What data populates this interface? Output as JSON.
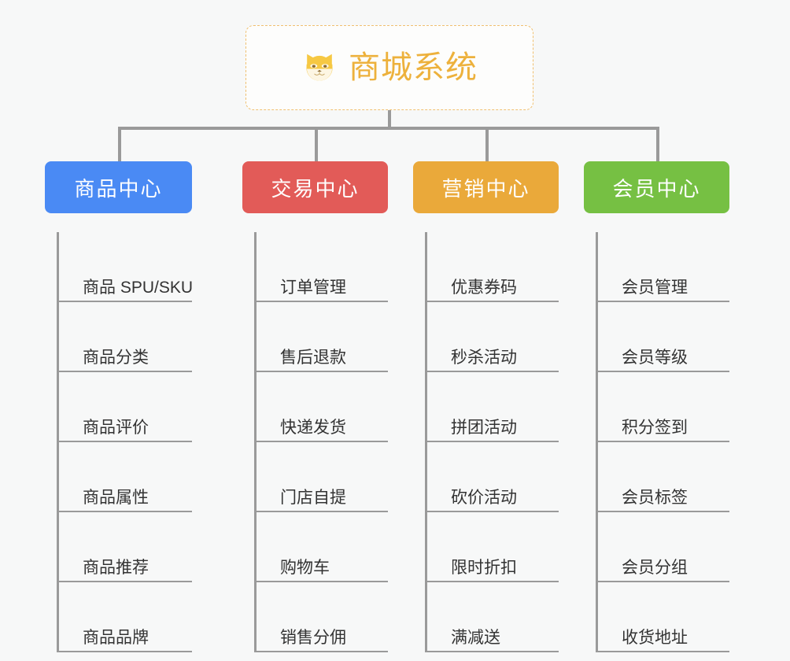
{
  "diagram": {
    "type": "org-chart",
    "background_color": "#f7f8f8",
    "connector_color": "#9a9a9a",
    "root": {
      "icon": "shiba-dog-face-icon",
      "title": "商城系统",
      "text_color": "#edb13c",
      "border_color": "#f0c070",
      "background_color": "#fdfdfc"
    },
    "columns": [
      {
        "title": "商品中心",
        "color": "#4a8af4",
        "items": [
          "商品 SPU/SKU",
          "商品分类",
          "商品评价",
          "商品属性",
          "商品推荐",
          "商品品牌"
        ]
      },
      {
        "title": "交易中心",
        "color": "#e25b58",
        "items": [
          "订单管理",
          "售后退款",
          "快递发货",
          "门店自提",
          "购物车",
          "销售分佣"
        ]
      },
      {
        "title": "营销中心",
        "color": "#eaa93a",
        "items": [
          "优惠券码",
          "秒杀活动",
          "拼团活动",
          "砍价活动",
          "限时折扣",
          "满减送"
        ]
      },
      {
        "title": "会员中心",
        "color": "#76c043",
        "items": [
          "会员管理",
          "会员等级",
          "积分签到",
          "会员标签",
          "会员分组",
          "收货地址"
        ]
      }
    ]
  }
}
